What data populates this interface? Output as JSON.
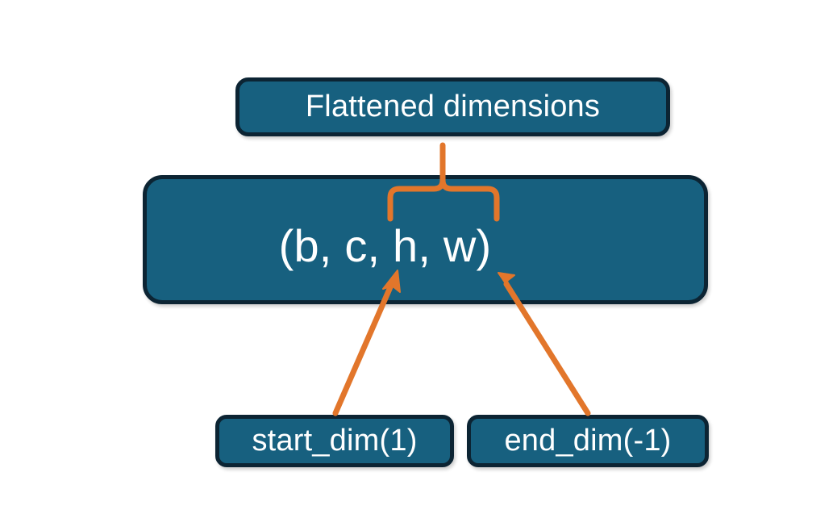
{
  "diagram": {
    "title_node": {
      "label": "Flattened dimensions",
      "name": "flattened-dimensions-box"
    },
    "tuple_node": {
      "label": "(b, c, h, w)",
      "name": "tensor-shape-tuple-box"
    },
    "start_node": {
      "label": "start_dim(1)",
      "name": "start-dim-box"
    },
    "end_node": {
      "label": "end_dim(-1)",
      "name": "end-dim-box"
    },
    "connectors": {
      "brace": "curly-brace-up",
      "left_arrow": "arrow-start-dim-to-tuple",
      "right_arrow": "arrow-end-dim-to-tuple"
    },
    "colors": {
      "box_fill": "#17607f",
      "box_border": "#0c2433",
      "text": "#ffffff",
      "accent_orange": "#e2762b",
      "background": "#ffffff"
    }
  }
}
